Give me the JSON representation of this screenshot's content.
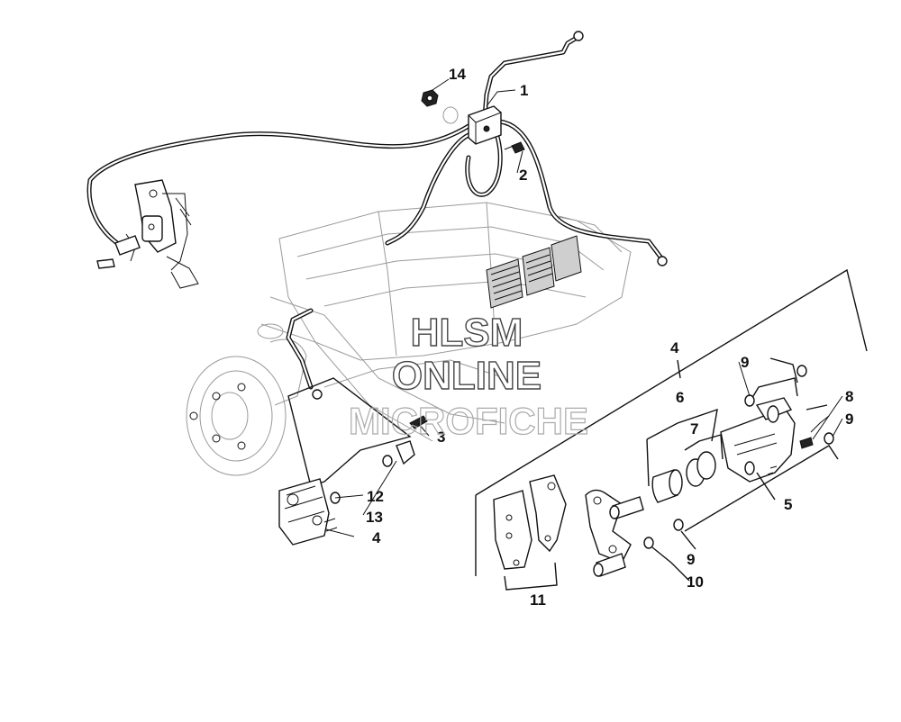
{
  "diagram": {
    "labels": {
      "p1": "1",
      "p2": "2",
      "p3": "3",
      "p4a": "4",
      "p4b": "4",
      "p5": "5",
      "p6": "6",
      "p7": "7",
      "p8": "8",
      "p9a": "9",
      "p9b": "9",
      "p9c": "9",
      "p10": "10",
      "p11": "11",
      "p12": "12",
      "p13": "13",
      "p14": "14"
    }
  },
  "watermark": {
    "line1": "HLSM",
    "line2": "ONLINE",
    "line3": "MICROFICHE"
  }
}
